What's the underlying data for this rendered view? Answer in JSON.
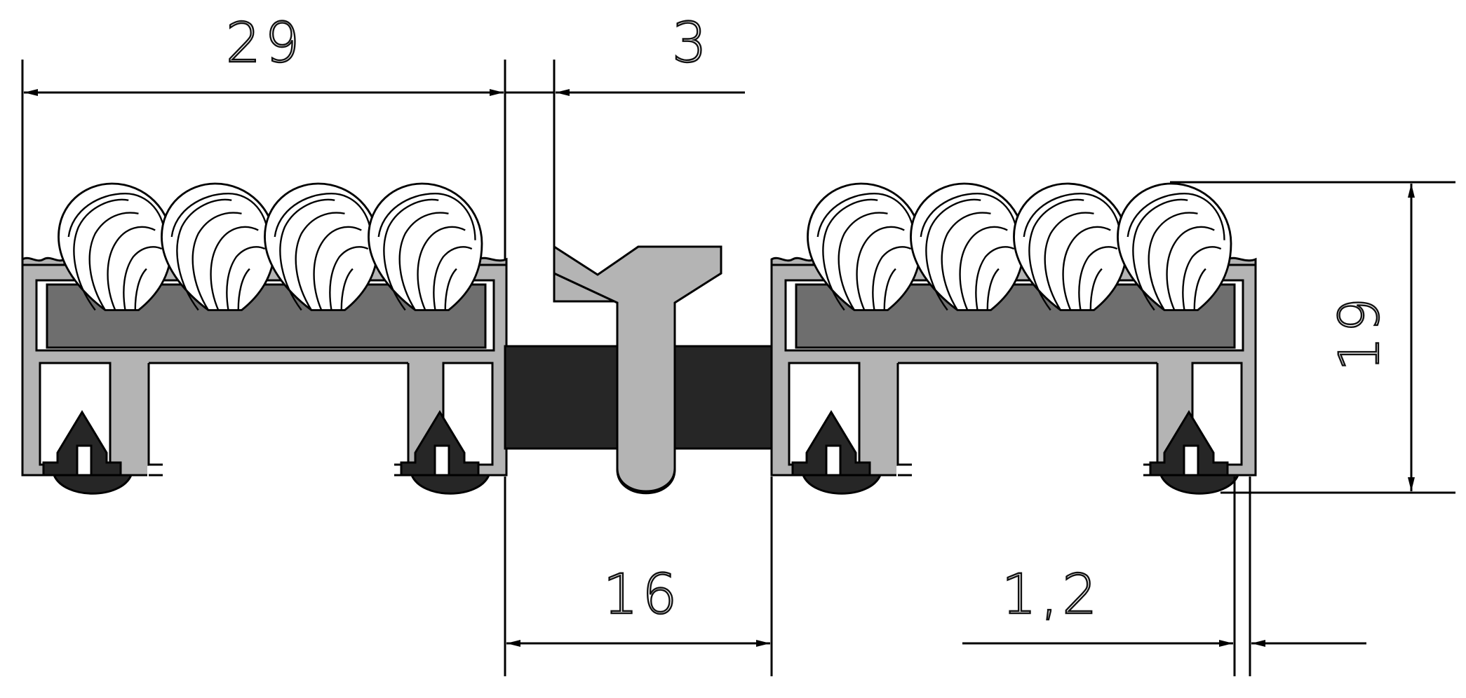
{
  "dimensions": {
    "left_width": "29",
    "gap": "3",
    "center_width": "16",
    "wall": "1,2",
    "height": "19"
  },
  "colors": {
    "aluminium": "#b4b4b4",
    "carpet_base": "#6e6e6e",
    "rubber": "#262626",
    "background": "#ffffff",
    "line": "#000000"
  }
}
